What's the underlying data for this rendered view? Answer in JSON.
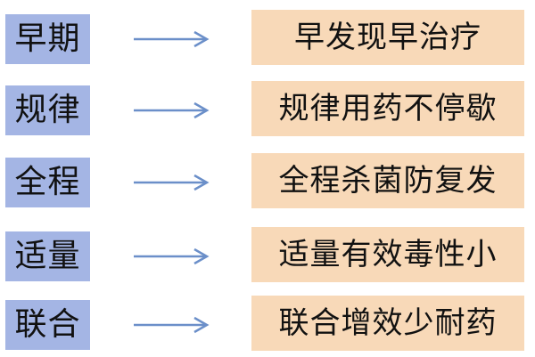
{
  "colors": {
    "key_fill": "#a4b5e4",
    "value_fill": "#f8d9b8",
    "arrow": "#6b8fc9",
    "text": "#111111"
  },
  "rows": [
    {
      "key": "早期",
      "value": "早发现早治疗"
    },
    {
      "key": "规律",
      "value": "规律用药不停歇"
    },
    {
      "key": "全程",
      "value": "全程杀菌防复发"
    },
    {
      "key": "适量",
      "value": "适量有效毒性小"
    },
    {
      "key": "联合",
      "value": "联合增效少耐药"
    }
  ]
}
